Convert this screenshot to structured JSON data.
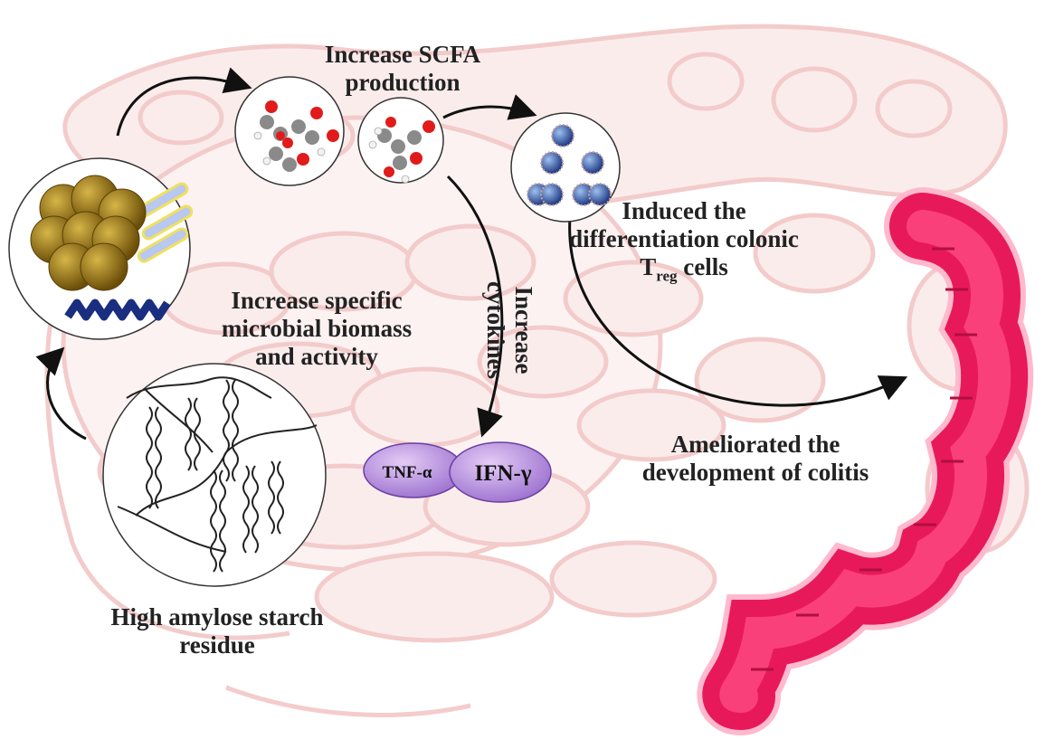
{
  "labels": {
    "scfa": [
      "Increase SCFA",
      "production"
    ],
    "microbial": [
      "Increase specific",
      "microbial biomass",
      "and activity"
    ],
    "starch": [
      "High amylose starch",
      "residue"
    ],
    "cytokines": [
      "Increase",
      "cytokines"
    ],
    "treg": {
      "line1": "Induced the",
      "line2": "differentiation colonic",
      "t": "T",
      "sub": "reg",
      "tail": " cells"
    },
    "colitis": [
      "Ameliorated the",
      "development of colitis"
    ]
  },
  "cytokine_badges": [
    "TNF-α",
    "IFN-γ"
  ],
  "colors": {
    "intestine_fill": "#fbe9e9",
    "intestine_stroke": "#f2c3c3",
    "colon": "#e8195a",
    "colon_light": "#ff4d86",
    "cytokine": "#c8a6e8",
    "molecule_red": "#e11b1b",
    "molecule_grey": "#8a8a8a",
    "microbe_brown": "#8a6a14",
    "microbe_blue": "#1a2e80",
    "cell_blue": "#4a78c8"
  },
  "icons": [
    "intestine-background",
    "colon-illustration",
    "microbe-cluster",
    "scfa-molecules",
    "treg-cells",
    "starch-helices",
    "flow-arrow"
  ]
}
